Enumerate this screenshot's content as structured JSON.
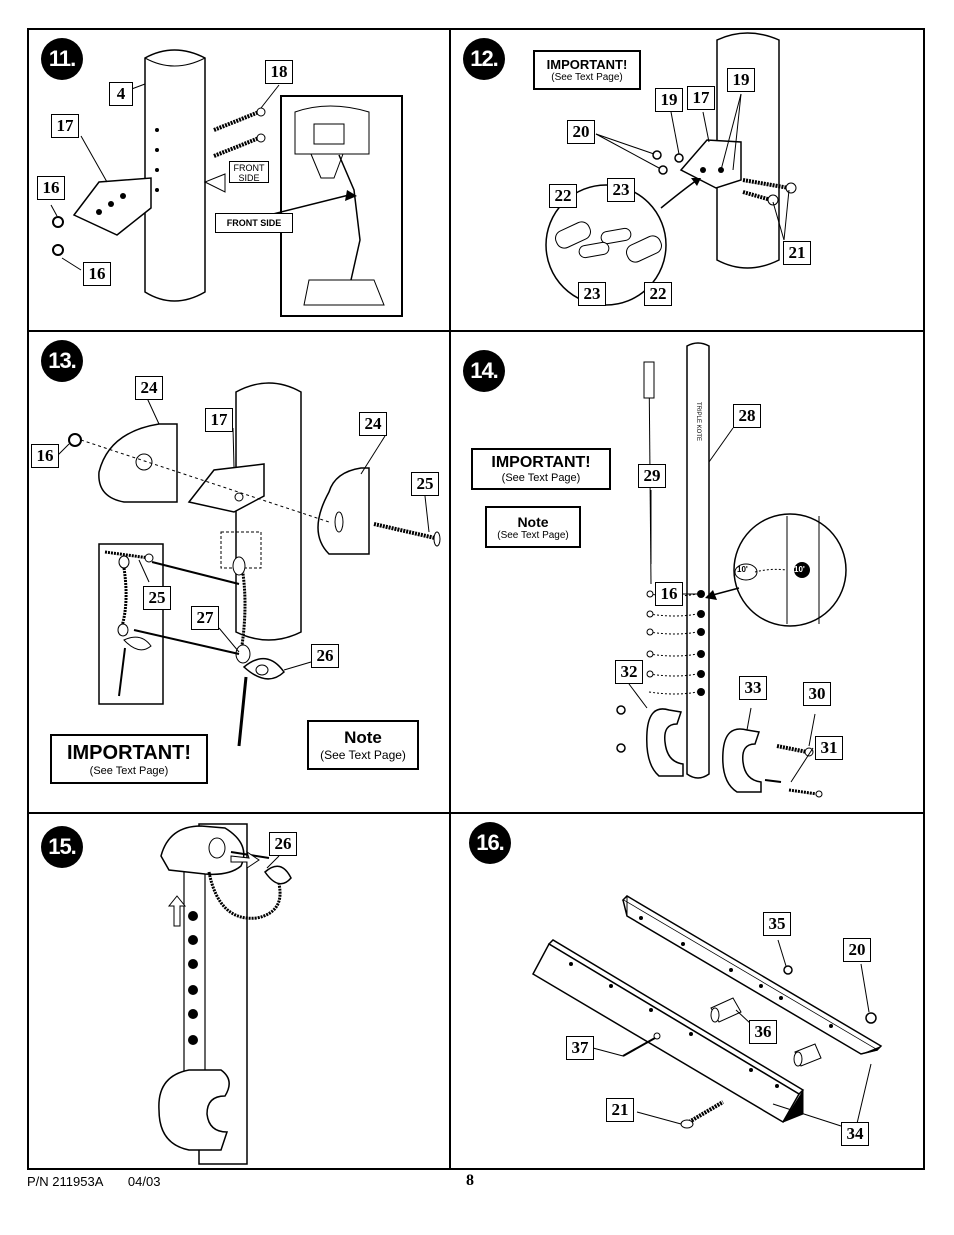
{
  "panels": {
    "p11": {
      "step": "11.",
      "callouts": [
        "4",
        "17",
        "18",
        "16",
        "16"
      ],
      "front_side_arrow": "FRONT SIDE",
      "front_side_label": "FRONT SIDE"
    },
    "p12": {
      "step": "12.",
      "important_title": "IMPORTANT!",
      "important_sub": "(See Text Page)",
      "callouts": [
        "19",
        "17",
        "19",
        "20",
        "22",
        "23",
        "23",
        "22",
        "21"
      ]
    },
    "p13": {
      "step": "13.",
      "callouts": [
        "24",
        "17",
        "24",
        "16",
        "25",
        "25",
        "27",
        "26"
      ],
      "important_title": "IMPORTANT!",
      "important_sub": "(See Text Page)",
      "note_title": "Note",
      "note_sub": "(See Text Page)"
    },
    "p14": {
      "step": "14.",
      "important_title": "IMPORTANT!",
      "important_sub": "(See Text Page)",
      "note_title": "Note",
      "note_sub": "(See Text Page)",
      "callouts": [
        "28",
        "29",
        "16",
        "32",
        "33",
        "30",
        "31"
      ],
      "hole_labels": [
        "10'",
        "10'"
      ]
    },
    "p15": {
      "step": "15.",
      "callouts": [
        "26"
      ]
    },
    "p16": {
      "step": "16.",
      "callouts": [
        "35",
        "20",
        "36",
        "37",
        "21",
        "34"
      ]
    }
  },
  "footer": {
    "part_number": "P/N 211953A",
    "date": "04/03",
    "page": "8"
  }
}
